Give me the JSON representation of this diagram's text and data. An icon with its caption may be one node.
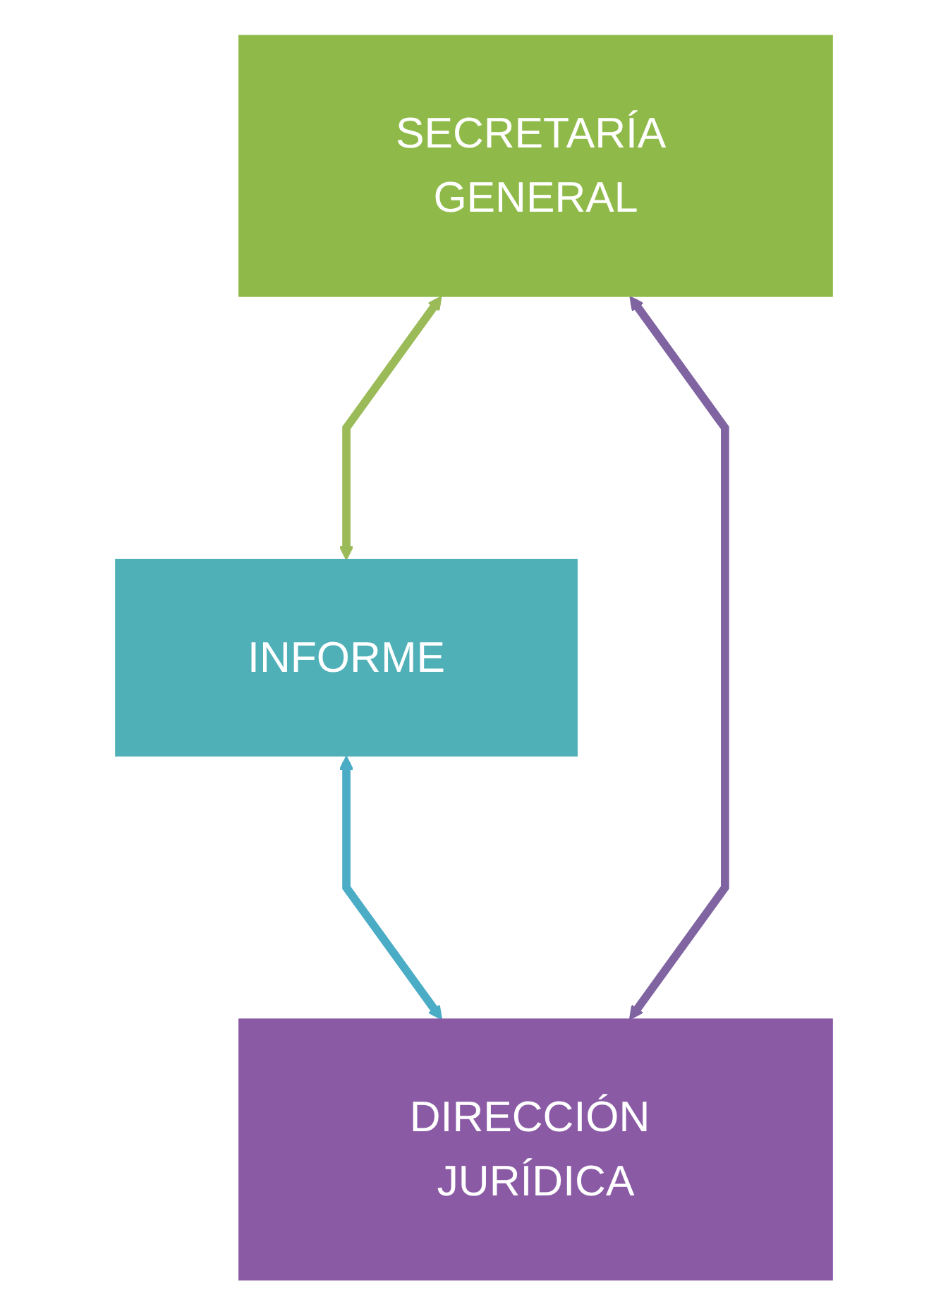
{
  "diagram": {
    "nodes": [
      {
        "text": [
          "SECRETARÍA GENERAL"
        ]
      },
      {
        "text": [
          "INFORME"
        ]
      },
      {
        "text": [
          "DIRECCIÓN JURÍDICA"
        ]
      }
    ],
    "edges": [
      {
        "from": 0,
        "to": 1,
        "arrow": "both",
        "color": "#9bbb59"
      },
      {
        "from": 1,
        "to": 2,
        "arrow": "both",
        "color": "#4bacc6"
      },
      {
        "from": 0,
        "to": 2,
        "arrow": "both",
        "color": "#8064a2"
      }
    ]
  }
}
